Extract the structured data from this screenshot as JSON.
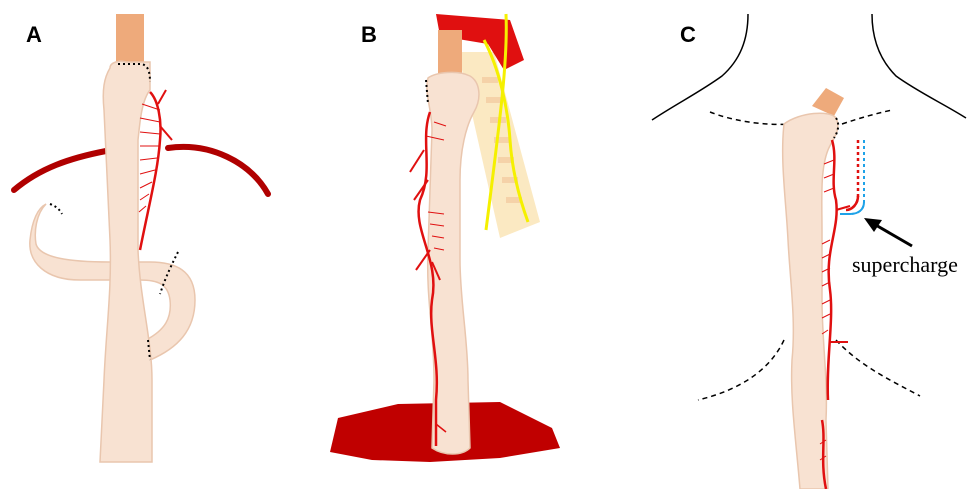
{
  "panels": [
    {
      "letter": "A"
    },
    {
      "letter": "B"
    },
    {
      "letter": "C",
      "annotation": "supercharge"
    }
  ],
  "colors": {
    "conduit": "#f8e2d2",
    "conduit_stroke": "#e9c6ae",
    "artery": "#e01010",
    "dark_artery": "#b00000",
    "cervical_esophagus": "#eeaa7b",
    "nerve": "#f5f000",
    "spine": "#fbe9c2",
    "vein": "#1ea2e8",
    "outline": "#000000"
  }
}
